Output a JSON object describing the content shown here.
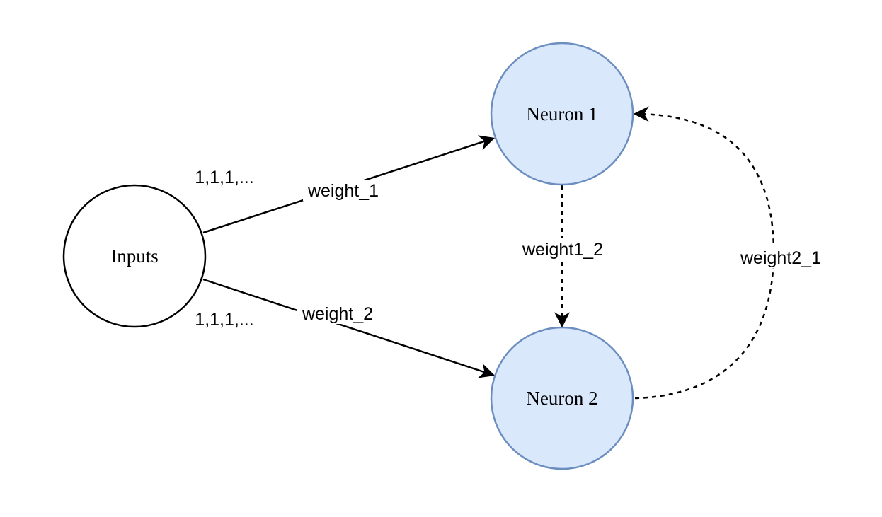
{
  "nodes": {
    "inputs": {
      "label": "Inputs"
    },
    "neuron1": {
      "label": "Neuron 1"
    },
    "neuron2": {
      "label": "Neuron 2"
    }
  },
  "edges": {
    "weight_1": {
      "label": "weight_1",
      "input_values": "1,1,1,..."
    },
    "weight_2": {
      "label": "weight_2",
      "input_values": "1,1,1,..."
    },
    "weight1_2": {
      "label": "weight1_2"
    },
    "weight2_1": {
      "label": "weight2_1"
    }
  },
  "colors": {
    "neuron_fill": "#dae8fc",
    "neuron_stroke": "#6c8ebf",
    "input_fill": "#ffffff",
    "input_stroke": "#000000",
    "edge": "#000000"
  }
}
